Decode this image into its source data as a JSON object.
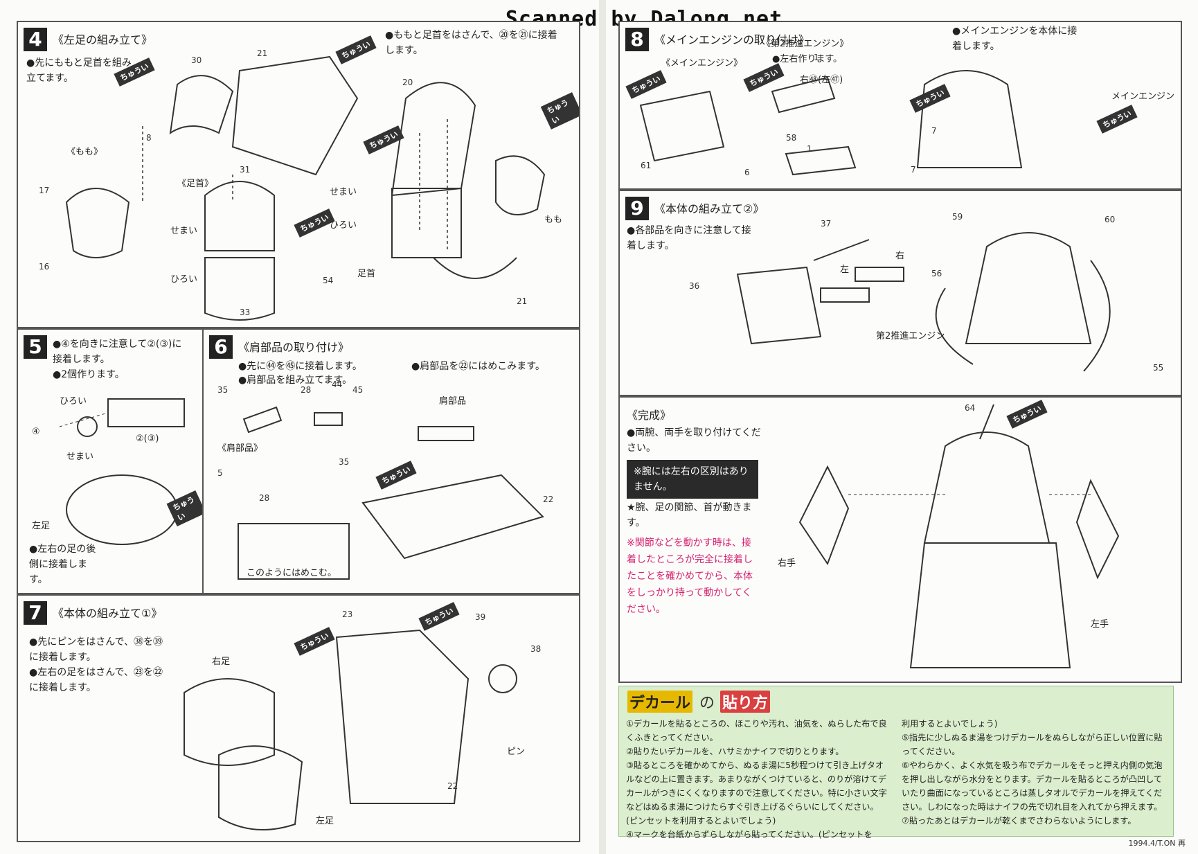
{
  "banner": "Scanned by Dalong.net",
  "caution_label": "ちゅうい",
  "step4": {
    "num": "4",
    "title": "《左足の組み立て》",
    "note1": "●先にももと足首を組み立てます。",
    "note2": "●ももと足首をはさんで、⑳を㉑に接着します。",
    "labels": {
      "momo": "《もも》",
      "ashikubi": "《足首》",
      "semai1": "せまい",
      "hiroi1": "ひろい",
      "semai2": "せまい",
      "hiroi2": "ひろい",
      "ashikubi2": "足首",
      "momo2": "もも"
    },
    "parts": [
      "30",
      "21",
      "20",
      "8",
      "17",
      "16",
      "31",
      "54",
      "33",
      "21"
    ]
  },
  "step5": {
    "num": "5",
    "note1": "●④を向きに注意して②(③)に接着します。",
    "note2": "●2個作ります。",
    "labels": {
      "hiroi": "ひろい",
      "semai": "せまい",
      "p4": "④",
      "p23": "②(③)",
      "hidariashi": "左足"
    },
    "note3": "●左右の足の後側に接着します。"
  },
  "step6": {
    "num": "6",
    "title": "《肩部品の取り付け》",
    "note1": "●先に㊹を㊺に接着します。",
    "note2": "●肩部品を組み立てます。",
    "note3": "●肩部品を㉒にはめこみます。",
    "labels": {
      "katabuhin": "《肩部品》",
      "katabuhin2": "肩部品",
      "hamekomu": "このようにはめこむ。"
    },
    "parts": [
      "35",
      "28",
      "44",
      "45",
      "5",
      "35",
      "28",
      "22"
    ]
  },
  "step7": {
    "num": "7",
    "title": "《本体の組み立て①》",
    "note1": "●先にピンをはさんで、㊳を㊴に接着します。",
    "note2": "●左右の足をはさんで、㉓を㉒に接着します。",
    "labels": {
      "migiashi": "右足",
      "hidariashi": "左足",
      "pin": "ピン"
    },
    "parts": [
      "23",
      "39",
      "38",
      "22"
    ]
  },
  "step8": {
    "num": "8",
    "title": "《メインエンジンの取り付け》",
    "labels": {
      "main": "《メインエンジン》",
      "sub": "《第2推進エンジン》",
      "make": "●左右作ります。",
      "migihidari": "右㊽(左㊼)",
      "attach": "●メインエンジンを本体に接着します。",
      "main2": "メインエンジン"
    },
    "parts": [
      "1",
      "58",
      "7",
      "6",
      "61",
      "1",
      "7"
    ]
  },
  "step9": {
    "num": "9",
    "title": "《本体の組み立て②》",
    "note1": "●各部品を向きに注意して接着します。",
    "labels": {
      "hidari": "左",
      "migi": "右",
      "engine2": "第2推進エンジン"
    },
    "parts": [
      "37",
      "36",
      "59",
      "60",
      "56",
      "55"
    ]
  },
  "complete": {
    "title": "《完成》",
    "note1": "●両腕、両手を取り付けてください。",
    "box": "※腕には左右の区別はありません。",
    "note2": "★腕、足の関節、首が動きます。",
    "pink": "※関節などを動かす時は、接着したところが完全に接着したことを確かめてから、本体をしっかり持って動かしてください。",
    "labels": {
      "migite": "右手",
      "hidarite": "左手"
    },
    "parts": [
      "64"
    ]
  },
  "decal": {
    "title_a": "デカール",
    "title_b": "の",
    "title_c": "貼り方",
    "col1": "①デカールを貼るところの、ほこりや汚れ、油気を、ぬらした布で良くふきとってください。\n②貼りたいデカールを、ハサミかナイフで切りとります。\n③貼るところを確かめてから、ぬるま湯に5秒程つけて引き上げタオルなどの上に置きます。あまりながくつけていると、のりが溶けてデカールがつきにくくなりますので注意してください。特に小さい文字などはぬるま湯につけたらすぐ引き上げるぐらいにしてください。(ピンセットを利用するとよいでしょう)\n④マークを台紙からずらしながら貼ってください。(ピンセットを",
    "col2": "利用するとよいでしょう)\n⑤指先に少しぬるま湯をつけデカールをぬらしながら正しい位置に貼ってください。\n⑥やわらかく、よく水気を吸う布でデカールをそっと押え内側の気泡を押し出しながら水分をとります。デカールを貼るところが凸凹していたり曲面になっているところは蒸しタオルでデカールを押えてください。しわになった時はナイフの先で切れ目を入れてから押えます。\n⑦貼ったあとはデカールが乾くまでさわらないようにします。"
  },
  "footer": "1994.4/T.ON 再"
}
